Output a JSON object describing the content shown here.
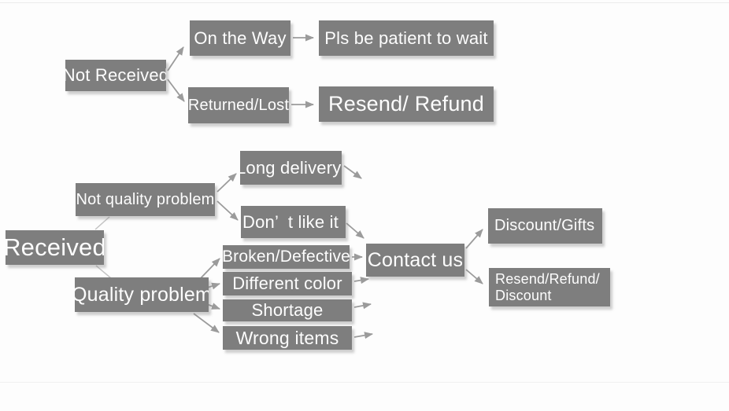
{
  "diagram": {
    "type": "flowchart",
    "colors": {
      "box_fill": "#7e7e7e",
      "box_text": "#fdfdfd",
      "arrow": "#9b9b9b",
      "plain_connector": "#c4c4c4",
      "background": "#fdfdfd"
    },
    "nodes": {
      "not_received": {
        "label": "Not Received"
      },
      "on_the_way": {
        "label": "On the Way"
      },
      "pls_be_patient": {
        "label": "Pls be patient to wait"
      },
      "returned_lost": {
        "label": "Returned/Lost"
      },
      "resend_refund": {
        "label": "Resend/ Refund"
      },
      "received": {
        "label": "Received"
      },
      "not_quality_problem": {
        "label": "Not quality problem"
      },
      "long_delivery": {
        "label": "Long delivery"
      },
      "dont_like_it": {
        "label": "Don’  t like it"
      },
      "quality_problem": {
        "label": "Quality problem"
      },
      "broken_defective": {
        "label": "Broken/Defective"
      },
      "different_color": {
        "label": "Different color"
      },
      "shortage": {
        "label": "Shortage"
      },
      "wrong_items": {
        "label": "Wrong items"
      },
      "contact_us": {
        "label": "Contact us"
      },
      "discount_gifts": {
        "label": "Discount/Gifts"
      },
      "resend_refund_discount": {
        "lines": [
          "Resend/Refund/",
          "Discount"
        ]
      }
    },
    "edges": [
      {
        "from": "not_received",
        "to": "on_the_way",
        "arrowhead": true
      },
      {
        "from": "not_received",
        "to": "returned_lost",
        "arrowhead": true
      },
      {
        "from": "on_the_way",
        "to": "pls_be_patient",
        "arrowhead": true
      },
      {
        "from": "returned_lost",
        "to": "resend_refund",
        "arrowhead": true
      },
      {
        "from": "received",
        "to": "not_quality_problem",
        "arrowhead": false
      },
      {
        "from": "received",
        "to": "quality_problem",
        "arrowhead": false
      },
      {
        "from": "not_quality_problem",
        "to": "long_delivery",
        "arrowhead": true
      },
      {
        "from": "not_quality_problem",
        "to": "dont_like_it",
        "arrowhead": true
      },
      {
        "from": "long_delivery",
        "to": "contact_us",
        "arrowhead": true
      },
      {
        "from": "dont_like_it",
        "to": "contact_us",
        "arrowhead": true
      },
      {
        "from": "quality_problem",
        "to": "broken_defective",
        "arrowhead": true
      },
      {
        "from": "quality_problem",
        "to": "different_color",
        "arrowhead": true
      },
      {
        "from": "quality_problem",
        "to": "shortage",
        "arrowhead": true
      },
      {
        "from": "quality_problem",
        "to": "wrong_items",
        "arrowhead": true
      },
      {
        "from": "broken_defective",
        "to": "contact_us",
        "arrowhead": true
      },
      {
        "from": "different_color",
        "to": "contact_us",
        "arrowhead": true
      },
      {
        "from": "shortage",
        "to": "contact_us",
        "arrowhead": true
      },
      {
        "from": "wrong_items",
        "to": "contact_us",
        "arrowhead": true
      },
      {
        "from": "contact_us",
        "to": "discount_gifts",
        "arrowhead": true
      },
      {
        "from": "contact_us",
        "to": "resend_refund_discount",
        "arrowhead": true
      }
    ]
  }
}
